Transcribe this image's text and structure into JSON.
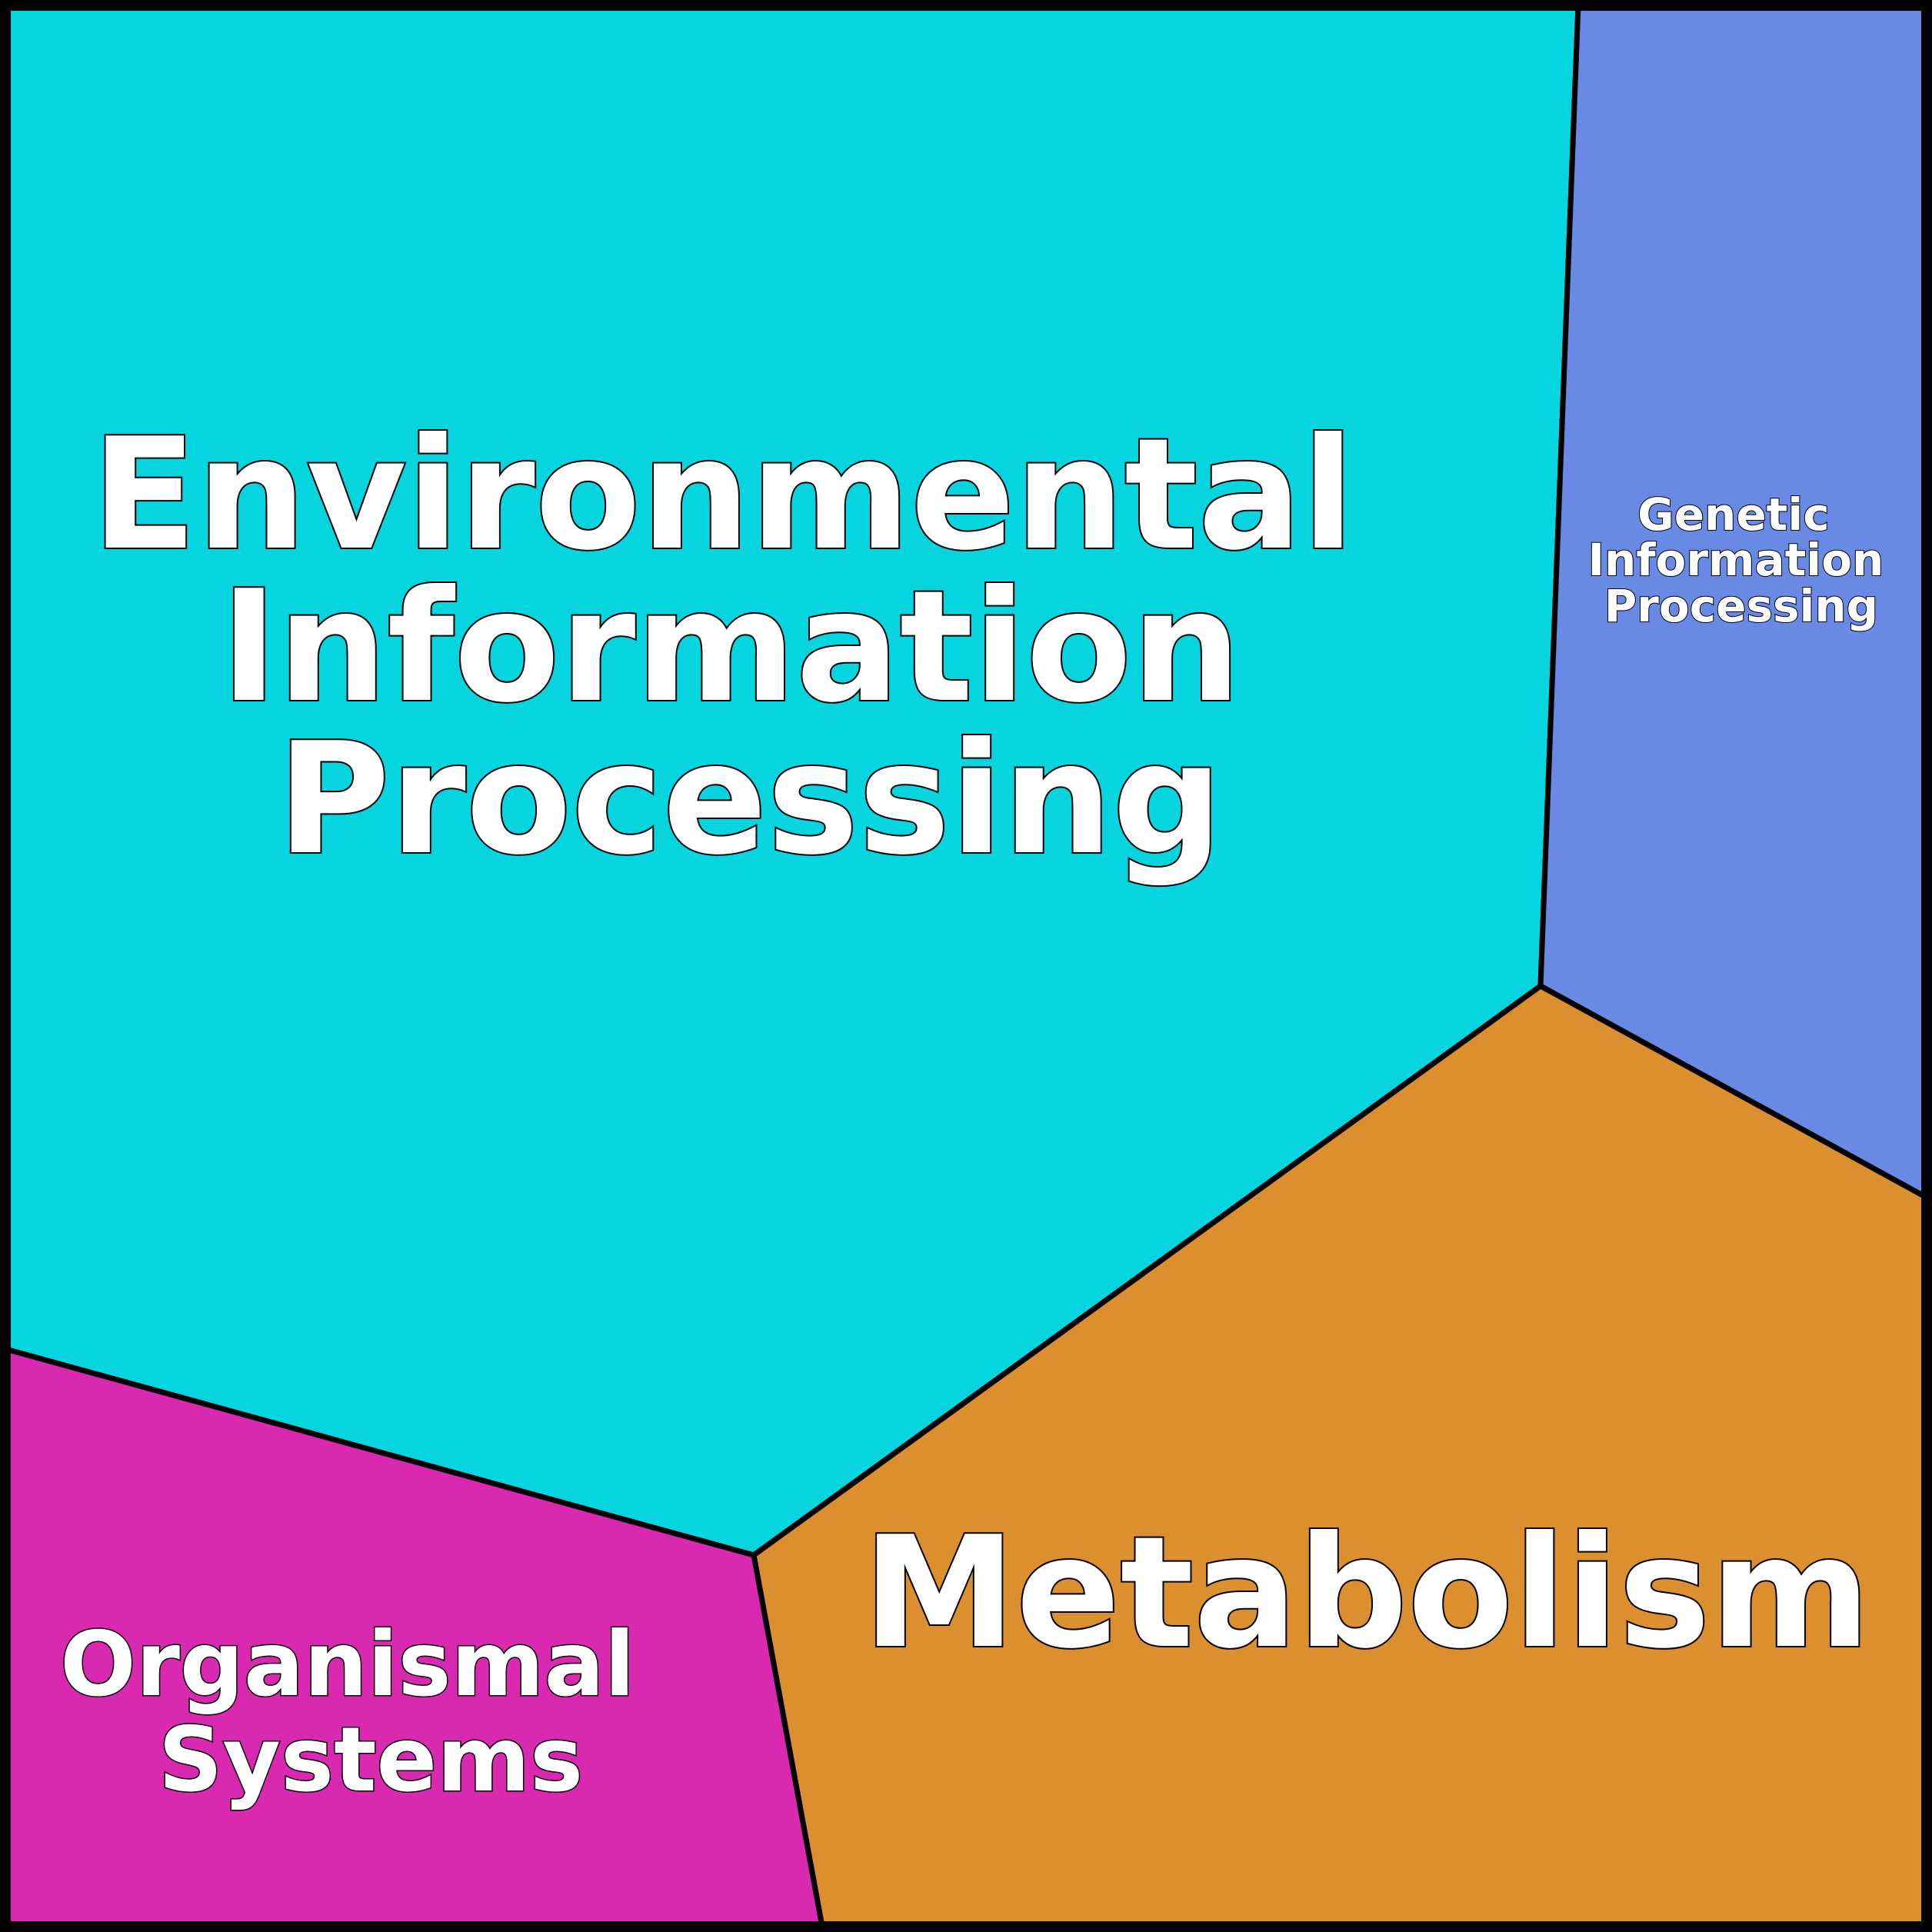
{
  "regions": {
    "environmental": {
      "lines": [
        "Environmental",
        "Information",
        "Processing"
      ],
      "color": "#06D4DF"
    },
    "genetic": {
      "lines": [
        "Genetic",
        "Information",
        "Processing"
      ],
      "color": "#6889E4"
    },
    "metabolism": {
      "lines": [
        "Metabolism"
      ],
      "color": "#DB8F2F"
    },
    "organismal": {
      "lines": [
        "Organismal",
        "Systems"
      ],
      "color": "#D929B0"
    }
  }
}
